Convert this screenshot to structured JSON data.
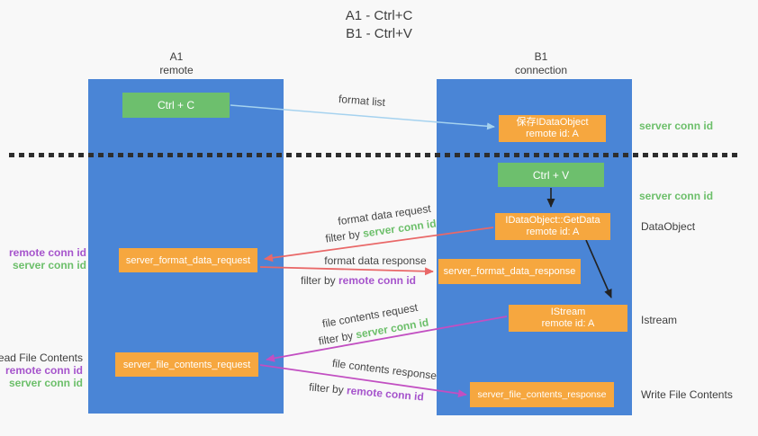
{
  "title": {
    "line1": "A1 - Ctrl+C",
    "line2": "B1 - Ctrl+V"
  },
  "lanes": {
    "left": {
      "name": "A1",
      "role": "remote"
    },
    "right": {
      "name": "B1",
      "role": "connection"
    }
  },
  "nodes": {
    "ctrl_c": {
      "label": "Ctrl + C"
    },
    "save_dataobject": {
      "line1": "保存IDataObject",
      "line2": "remote id: A"
    },
    "ctrl_v": {
      "label": "Ctrl + V"
    },
    "getdata": {
      "line1": "IDataObject::GetData",
      "line2": "remote id: A"
    },
    "format_request": {
      "label": "server_format_data_request"
    },
    "format_response": {
      "label": "server_format_data_response"
    },
    "istream": {
      "line1": "IStream",
      "line2": "remote id: A"
    },
    "file_request": {
      "label": "server_file_contents_request"
    },
    "file_response": {
      "label": "server_file_contents_response"
    }
  },
  "arrow_labels": {
    "format_list": "format list",
    "format_data_request": "format data request",
    "format_data_request_filter": {
      "prefix": "filter by ",
      "value": "server conn id"
    },
    "format_data_response": "format data response",
    "format_data_response_filter": {
      "prefix": "filter by ",
      "value": "remote conn id"
    },
    "file_contents_request": "file contents request",
    "file_contents_request_filter": {
      "prefix": "filter by ",
      "value": "server conn id"
    },
    "file_contents_response": "file contents response",
    "file_contents_response_filter": {
      "prefix": "filter by ",
      "value": "remote conn id"
    }
  },
  "side_labels": {
    "server_conn_id_top": "server conn id",
    "server_conn_id_mid": "server conn id",
    "dataobject": "DataObject",
    "istream": "Istream",
    "write_file_contents": "Write File Contents",
    "left_mid": {
      "line1": "remote conn id",
      "line2": "server conn id"
    },
    "left_bottom": {
      "line1": "Read File Contents",
      "line2": "remote conn id",
      "line3": "server conn id"
    }
  },
  "colors": {
    "lane_blue": "#4a85d6",
    "box_green": "#6dbf6d",
    "box_orange": "#f6a73f",
    "conn_id_green": "#6cbf6a",
    "conn_id_purple": "#a654cc",
    "arrow_red": "#e96868",
    "arrow_magenta": "#c24fc2",
    "arrow_lightblue": "#a5d2ef",
    "arrow_black": "#222222"
  }
}
